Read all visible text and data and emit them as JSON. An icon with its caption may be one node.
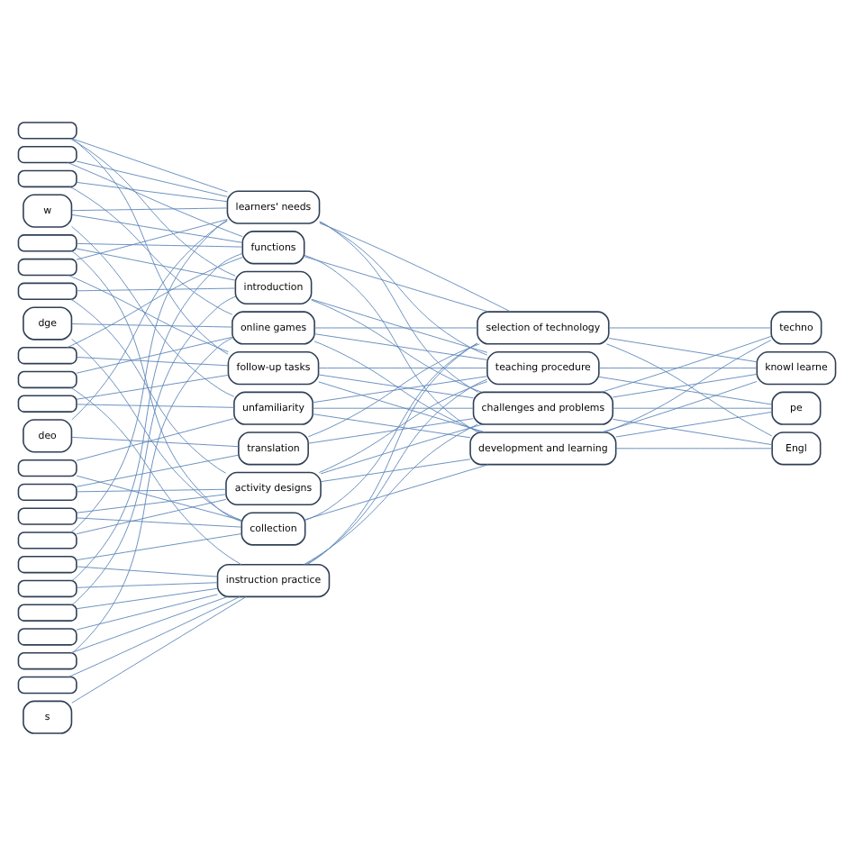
{
  "diagram": {
    "nodes": [
      {
        "text": [],
        "shape": "box"
      },
      {
        "text": [],
        "shape": "box"
      },
      {
        "text": [],
        "shape": "box"
      },
      {
        "text": [
          "w"
        ]
      },
      {
        "text": [],
        "shape": "box"
      },
      {
        "text": [],
        "shape": "box"
      },
      {
        "text": [],
        "shape": "box"
      },
      {
        "text": [
          "dge"
        ]
      },
      {
        "text": [],
        "shape": "box"
      },
      {
        "text": [],
        "shape": "box"
      },
      {
        "text": [],
        "shape": "box"
      },
      {
        "text": [
          "deo"
        ]
      },
      {
        "text": [],
        "shape": "box"
      },
      {
        "text": [],
        "shape": "box"
      },
      {
        "text": [],
        "shape": "box"
      },
      {
        "text": [],
        "shape": "box"
      },
      {
        "text": [],
        "shape": "box"
      },
      {
        "text": [],
        "shape": "box"
      },
      {
        "text": [],
        "shape": "box"
      },
      {
        "text": [],
        "shape": "box"
      },
      {
        "text": [],
        "shape": "box"
      },
      {
        "text": [],
        "shape": "box"
      },
      {
        "text": [
          "s"
        ]
      },
      {
        "text": [
          "learners' needs"
        ]
      },
      {
        "text": [
          "functions"
        ]
      },
      {
        "text": [
          "introduction"
        ]
      },
      {
        "text": [
          "online games"
        ]
      },
      {
        "text": [
          "follow-up tasks"
        ]
      },
      {
        "text": [
          "unfamiliarity"
        ]
      },
      {
        "text": [
          "translation"
        ]
      },
      {
        "text": [
          "activity designs"
        ]
      },
      {
        "text": [
          "collection"
        ]
      },
      {
        "text": [
          "instruction practice"
        ]
      },
      {
        "text": [
          "selection of technology"
        ]
      },
      {
        "text": [
          "teaching procedure"
        ]
      },
      {
        "text": [
          "challenges and problems"
        ]
      },
      {
        "text": [
          "development and learning"
        ]
      },
      {
        "text": [
          "techno"
        ]
      },
      {
        "text": [
          "knowl learne"
        ]
      },
      {
        "text": [
          "pe"
        ]
      },
      {
        "text": [
          "Engl"
        ]
      }
    ],
    "edges": [
      {
        "from": 0,
        "to": 23,
        "arrow": "none"
      },
      {
        "from": 0,
        "to": 25,
        "arrow": "none"
      },
      {
        "from": 0,
        "to": 27,
        "arrow": "none"
      },
      {
        "from": 1,
        "to": 23,
        "arrow": "none"
      },
      {
        "from": 1,
        "to": 24,
        "arrow": "none"
      },
      {
        "from": 2,
        "to": 23,
        "arrow": "none"
      },
      {
        "from": 2,
        "to": 26,
        "arrow": "none"
      },
      {
        "from": 3,
        "to": 23,
        "arrow": "none"
      },
      {
        "from": 3,
        "to": 24,
        "arrow": "none"
      },
      {
        "from": 3,
        "to": 28,
        "arrow": "none"
      },
      {
        "from": 4,
        "to": 24,
        "arrow": "none"
      },
      {
        "from": 4,
        "to": 25,
        "arrow": "none"
      },
      {
        "from": 4,
        "to": 31,
        "arrow": "none"
      },
      {
        "from": 5,
        "to": 23,
        "arrow": "none"
      },
      {
        "from": 5,
        "to": 27,
        "arrow": "none"
      },
      {
        "from": 6,
        "to": 25,
        "arrow": "none"
      },
      {
        "from": 6,
        "to": 30,
        "arrow": "none"
      },
      {
        "from": 7,
        "to": 26,
        "arrow": "none"
      },
      {
        "from": 7,
        "to": 31,
        "arrow": "none"
      },
      {
        "from": 8,
        "to": 24,
        "arrow": "none"
      },
      {
        "from": 8,
        "to": 27,
        "arrow": "none"
      },
      {
        "from": 9,
        "to": 26,
        "arrow": "none"
      },
      {
        "from": 9,
        "to": 32,
        "arrow": "none"
      },
      {
        "from": 10,
        "to": 27,
        "arrow": "none"
      },
      {
        "from": 10,
        "to": 28,
        "arrow": "none"
      },
      {
        "from": 11,
        "to": 23,
        "arrow": "none"
      },
      {
        "from": 11,
        "to": 29,
        "arrow": "none"
      },
      {
        "from": 12,
        "to": 28,
        "arrow": "none"
      },
      {
        "from": 12,
        "to": 31,
        "arrow": "none"
      },
      {
        "from": 13,
        "to": 29,
        "arrow": "none"
      },
      {
        "from": 13,
        "to": 30,
        "arrow": "none"
      },
      {
        "from": 14,
        "to": 30,
        "arrow": "none"
      },
      {
        "from": 14,
        "to": 31,
        "arrow": "none"
      },
      {
        "from": 15,
        "to": 23,
        "arrow": "none"
      },
      {
        "from": 15,
        "to": 30,
        "arrow": "none"
      },
      {
        "from": 16,
        "to": 31,
        "arrow": "none"
      },
      {
        "from": 16,
        "to": 32,
        "arrow": "none"
      },
      {
        "from": 17,
        "to": 24,
        "arrow": "none"
      },
      {
        "from": 17,
        "to": 32,
        "arrow": "none"
      },
      {
        "from": 18,
        "to": 25,
        "arrow": "none"
      },
      {
        "from": 18,
        "to": 32,
        "arrow": "none"
      },
      {
        "from": 19,
        "to": 32,
        "arrow": "none"
      },
      {
        "from": 20,
        "to": 26,
        "arrow": "none"
      },
      {
        "from": 20,
        "to": 32,
        "arrow": "none"
      },
      {
        "from": 21,
        "to": 32,
        "arrow": "none"
      },
      {
        "from": 22,
        "to": 32,
        "arrow": "none"
      },
      {
        "from": 23,
        "to": 33,
        "arrow": "none"
      },
      {
        "from": 23,
        "to": 34,
        "arrow": "none"
      },
      {
        "from": 23,
        "to": 35,
        "arrow": "none"
      },
      {
        "from": 24,
        "to": 33,
        "arrow": "none"
      },
      {
        "from": 24,
        "to": 36,
        "arrow": "none"
      },
      {
        "from": 25,
        "to": 34,
        "arrow": "none"
      },
      {
        "from": 25,
        "to": 35,
        "arrow": "none"
      },
      {
        "from": 26,
        "to": 33,
        "arrow": "none"
      },
      {
        "from": 26,
        "to": 34,
        "arrow": "none"
      },
      {
        "from": 26,
        "to": 36,
        "arrow": "none"
      },
      {
        "from": 27,
        "to": 34,
        "arrow": "none"
      },
      {
        "from": 27,
        "to": 35,
        "arrow": "none"
      },
      {
        "from": 27,
        "to": 36,
        "arrow": "none"
      },
      {
        "from": 28,
        "to": 34,
        "arrow": "none"
      },
      {
        "from": 28,
        "to": 35,
        "arrow": "none"
      },
      {
        "from": 28,
        "to": 36,
        "arrow": "none"
      },
      {
        "from": 29,
        "to": 33,
        "arrow": "none"
      },
      {
        "from": 29,
        "to": 35,
        "arrow": "none"
      },
      {
        "from": 30,
        "to": 34,
        "arrow": "none"
      },
      {
        "from": 30,
        "to": 35,
        "arrow": "none"
      },
      {
        "from": 30,
        "to": 36,
        "arrow": "none"
      },
      {
        "from": 31,
        "to": 33,
        "arrow": "none"
      },
      {
        "from": 31,
        "to": 36,
        "arrow": "none"
      },
      {
        "from": 32,
        "to": 33,
        "arrow": "none"
      },
      {
        "from": 32,
        "to": 34,
        "arrow": "none"
      },
      {
        "from": 32,
        "to": 35,
        "arrow": "none"
      },
      {
        "from": 33,
        "to": 37,
        "arrow": "none"
      },
      {
        "from": 33,
        "to": 38,
        "arrow": "none"
      },
      {
        "from": 33,
        "to": 40,
        "arrow": "none"
      },
      {
        "from": 34,
        "to": 38,
        "arrow": "none"
      },
      {
        "from": 34,
        "to": 39,
        "arrow": "none"
      },
      {
        "from": 35,
        "to": 37,
        "arrow": "none"
      },
      {
        "from": 35,
        "to": 38,
        "arrow": "none"
      },
      {
        "from": 35,
        "to": 39,
        "arrow": "none"
      },
      {
        "from": 35,
        "to": 40,
        "arrow": "none"
      },
      {
        "from": 36,
        "to": 37,
        "arrow": "none"
      },
      {
        "from": 36,
        "to": 38,
        "arrow": "none"
      },
      {
        "from": 36,
        "to": 39,
        "arrow": "none"
      },
      {
        "from": 36,
        "to": 40,
        "arrow": "none"
      }
    ]
  }
}
